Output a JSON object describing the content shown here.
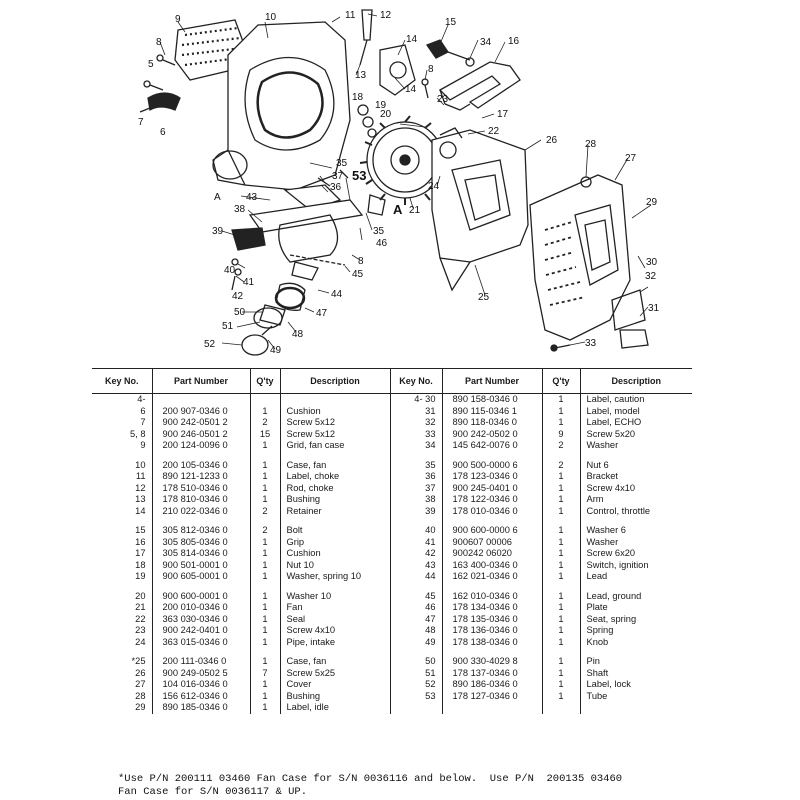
{
  "diagram": {
    "callouts": [
      "9",
      "10",
      "11",
      "12",
      "15",
      "34",
      "16",
      "8",
      "5",
      "7",
      "6",
      "13",
      "14",
      "8",
      "18",
      "19",
      "20",
      "23",
      "17",
      "22",
      "26",
      "28",
      "27",
      "35",
      "37",
      "36",
      "53",
      "A",
      "43",
      "A",
      "38",
      "35",
      "39",
      "46",
      "8",
      "40",
      "41",
      "45",
      "42",
      "44",
      "47",
      "48",
      "50",
      "51",
      "52",
      "49",
      "21",
      "24",
      "25",
      "29",
      "30",
      "32",
      "31",
      "33",
      "14"
    ]
  },
  "table": {
    "headers": [
      "Key No.",
      "Part Number",
      "Q'ty",
      "Description",
      "Key No.",
      "Part Number",
      "Q'ty",
      "Description"
    ],
    "rows": [
      [
        "4-",
        "",
        "",
        "",
        "4- 30",
        "890 158-0346 0",
        "1",
        "Label, caution"
      ],
      [
        "6",
        "200 907-0346 0",
        "1",
        "Cushion",
        "31",
        "890 115-0346 1",
        "1",
        "Label, model"
      ],
      [
        "7",
        "900 242-0501 2",
        "2",
        "Screw 5x12",
        "32",
        "890 118-0346 0",
        "1",
        "Label, ECHO"
      ],
      [
        "5, 8",
        "900 246-0501 2",
        "15",
        "Screw 5x12",
        "33",
        "900 242-0502 0",
        "9",
        "Screw 5x20"
      ],
      [
        "9",
        "200 124-0096 0",
        "1",
        "Grid, fan case",
        "34",
        "145 642-0076 0",
        "2",
        "Washer"
      ],
      [
        "",
        "",
        "",
        "",
        "",
        "",
        "",
        ""
      ],
      [
        "10",
        "200 105-0346 0",
        "1",
        "Case, fan",
        "35",
        "900 500-0000 6",
        "2",
        "Nut 6"
      ],
      [
        "11",
        "890 121-1233 0",
        "1",
        "Label, choke",
        "36",
        "178 123-0346 0",
        "1",
        "Bracket"
      ],
      [
        "12",
        "178 510-0346 0",
        "1",
        "Rod, choke",
        "37",
        "900 245-0401 0",
        "1",
        "Screw 4x10"
      ],
      [
        "13",
        "178 810-0346 0",
        "1",
        "Bushing",
        "38",
        "178 122-0346 0",
        "1",
        "Arm"
      ],
      [
        "14",
        "210 022-0346 0",
        "2",
        "Retainer",
        "39",
        "178 010-0346 0",
        "1",
        "Control, throttle"
      ],
      [
        "",
        "",
        "",
        "",
        "",
        "",
        "",
        ""
      ],
      [
        "15",
        "305 812-0346 0",
        "2",
        "Bolt",
        "40",
        "900 600-0000 6",
        "1",
        "Washer 6"
      ],
      [
        "16",
        "305 805-0346 0",
        "1",
        "Grip",
        "41",
        "900607 00006",
        "1",
        "Washer"
      ],
      [
        "17",
        "305 814-0346 0",
        "1",
        "Cushion",
        "42",
        "900242 06020",
        "1",
        "Screw 6x20"
      ],
      [
        "18",
        "900 501-0001 0",
        "1",
        "Nut 10",
        "43",
        "163 400-0346 0",
        "1",
        "Switch, ignition"
      ],
      [
        "19",
        "900 605-0001 0",
        "1",
        "Washer, spring 10",
        "44",
        "162 021-0346 0",
        "1",
        "Lead"
      ],
      [
        "",
        "",
        "",
        "",
        "",
        "",
        "",
        ""
      ],
      [
        "20",
        "900 600-0001 0",
        "1",
        "Washer 10",
        "45",
        "162 010-0346 0",
        "1",
        "Lead, ground"
      ],
      [
        "21",
        "200 010-0346 0",
        "1",
        "Fan",
        "46",
        "178 134-0346 0",
        "1",
        "Plate"
      ],
      [
        "22",
        "363 030-0346 0",
        "1",
        "Seal",
        "47",
        "178 135-0346 0",
        "1",
        "Seat, spring"
      ],
      [
        "23",
        "900 242-0401 0",
        "1",
        "Screw 4x10",
        "48",
        "178 136-0346 0",
        "1",
        "Spring"
      ],
      [
        "24",
        "363 015-0346 0",
        "1",
        "Pipe, intake",
        "49",
        "178 138-0346 0",
        "1",
        "Knob"
      ],
      [
        "",
        "",
        "",
        "",
        "",
        "",
        "",
        ""
      ],
      [
        "*25",
        "200 111-0346 0",
        "1",
        "Case, fan",
        "50",
        "900 330-4029 8",
        "1",
        "Pin"
      ],
      [
        "26",
        "900 249-0502 5",
        "7",
        "Screw 5x25",
        "51",
        "178 137-0346 0",
        "1",
        "Shaft"
      ],
      [
        "27",
        "104 016-0346 0",
        "1",
        "Cover",
        "52",
        "890 186-0346 0",
        "1",
        "Label, lock"
      ],
      [
        "28",
        "156 612-0346 0",
        "1",
        "Bushing",
        "53",
        "178 127-0346 0",
        "1",
        "Tube"
      ],
      [
        "29",
        "890 185-0346 0",
        "1",
        "Label, idle",
        "",
        "",
        "",
        ""
      ]
    ]
  },
  "footnote": {
    "line1": "*Use P/N 200111 03460 Fan Case for S/N 0036116 and below.  Use P/N  200135 03460",
    "line2": "Fan Case for S/N 0036117 & UP."
  }
}
